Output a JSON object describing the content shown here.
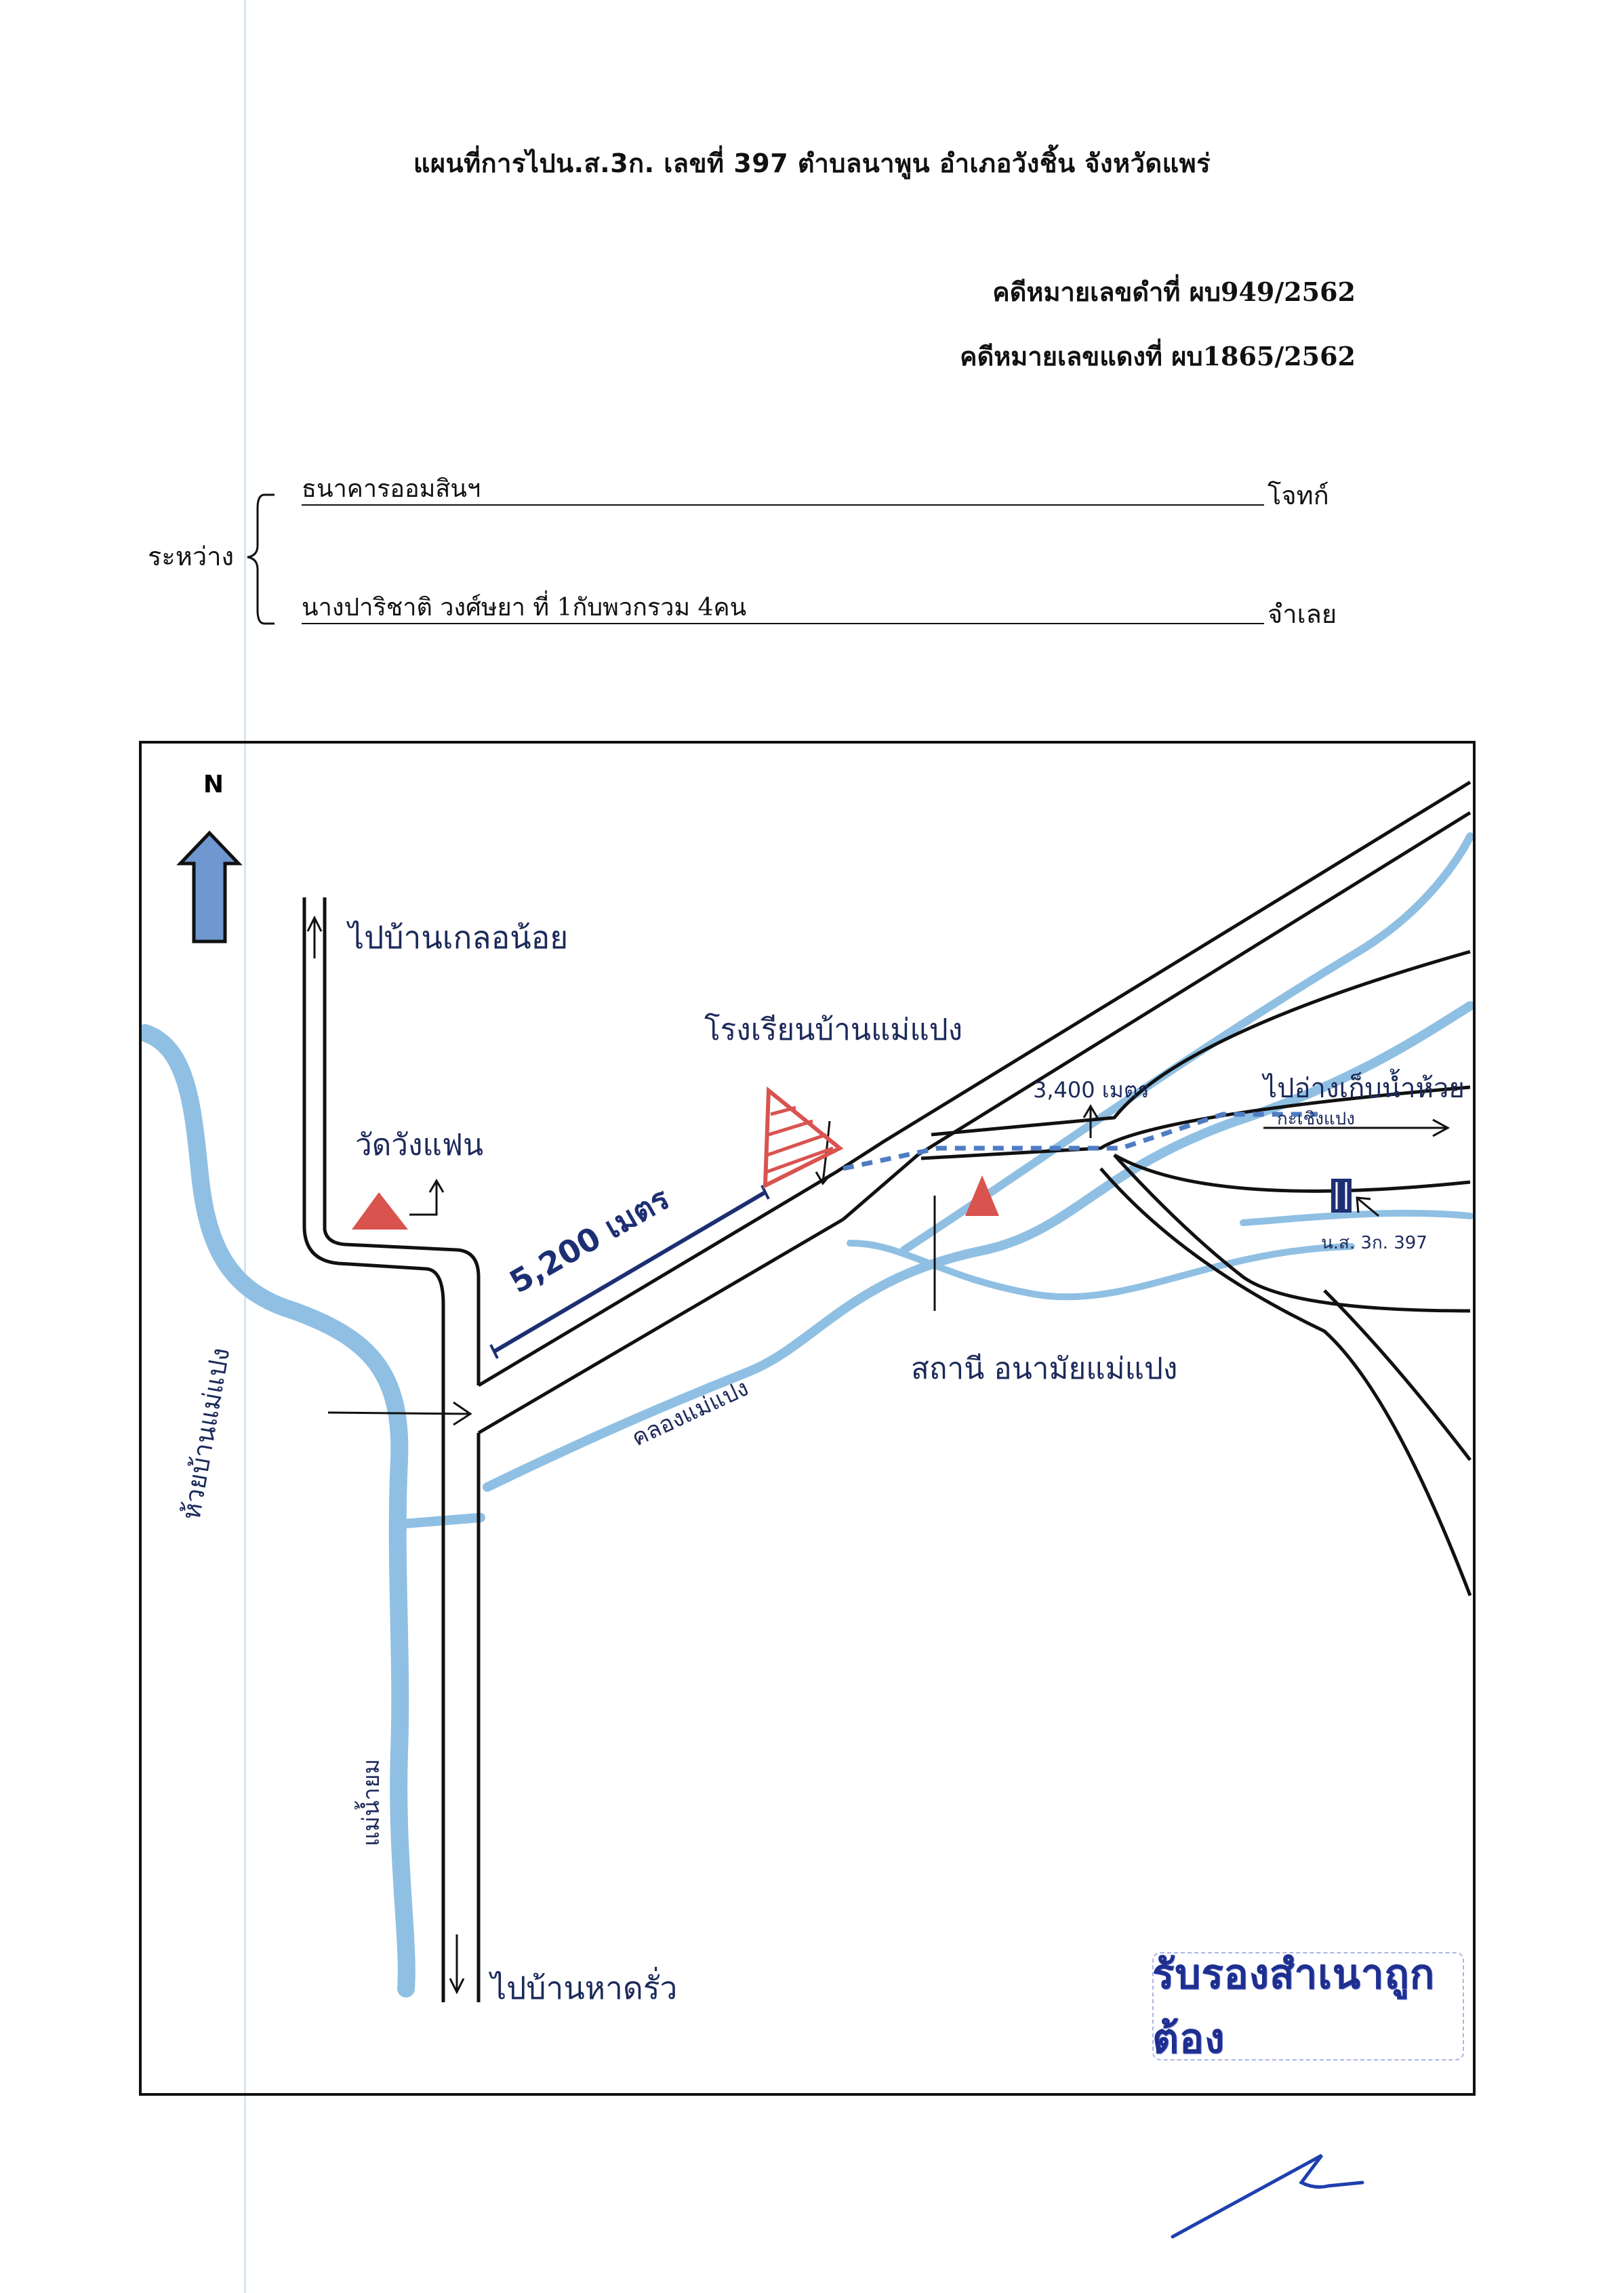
{
  "document": {
    "title": "แผนที่การไปน.ส.3ก. เลขที่ 397  ตำบลนาพูน  อำเภอวังชิ้น จังหวัดแพร่",
    "case_black": "คดีหมายเลขดำที่ ผบ949/2562",
    "case_red": "คดีหมายเลขแดงที่ ผบ1865/2562"
  },
  "parties": {
    "between_label": "ระหว่าง",
    "plaintiff_name": "ธนาคารออมสินฯ",
    "plaintiff_role": "โจทก์",
    "defendant_name": "นางปาริชาติ  วงศ์ษยา  ที่ 1กับพวกรวม 4คน",
    "defendant_role": "จำเลย"
  },
  "map": {
    "north_label": "N",
    "labels": {
      "road_north": "ไปบ้านเกลอน้อย",
      "road_south": "ไปบ้านหาดรั่ว",
      "temple": "วัดวังแฟน",
      "school": "โรงเรียนบ้านแม่แปง",
      "health_center": "สถานี อนามัยแม่แปง",
      "distance_main": "5,200 เมตร",
      "distance_branch": "3,400 เมตร",
      "to_reservoir": "ไปอ่างเก็บน้ำห้วย",
      "to_reservoir_2": "กะเชิงแปง",
      "river_left": "ห้วยบ้านแม่แปง",
      "creek": "คลองแม่แปง",
      "river_south": "แม่น้ำยม",
      "parcel": "น.ส. 3ก. 397"
    },
    "colors": {
      "river": "#8fc0e3",
      "ink": "#111111",
      "marker_red": "#d9534f",
      "arrow_blue": "#6f97d0",
      "distance_ink": "#1d2f73"
    }
  },
  "stamp": {
    "text": "รับรองสำเนาถูกต้อง"
  }
}
